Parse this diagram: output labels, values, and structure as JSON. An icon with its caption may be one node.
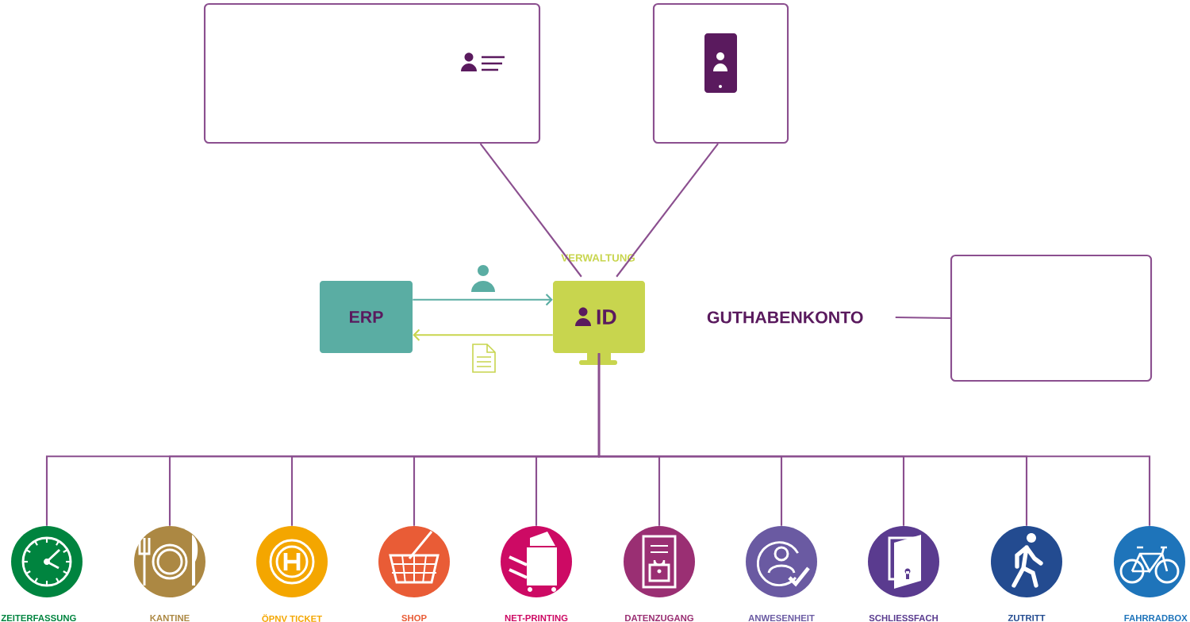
{
  "diagram": {
    "nodes": [
      {
        "text": [],
        "shape": "box"
      },
      {
        "text": [],
        "shape": "box"
      },
      {
        "text": [
          "ERP"
        ]
      },
      {
        "text": [
          "ID"
        ],
        "beside": [
          "VERWALTUNG"
        ]
      },
      {
        "text": [
          "GUTHABENKONTO"
        ]
      },
      {
        "text": [],
        "shape": "box"
      },
      {
        "text": [
          "ZEITERFASSUNG"
        ]
      },
      {
        "text": [
          "KANTINE"
        ]
      },
      {
        "text": [
          "ÖPNV TICKET"
        ]
      },
      {
        "text": [
          "SHOP"
        ]
      },
      {
        "text": [
          "NET-PRINTING"
        ]
      },
      {
        "text": [
          "DATENZUGANG"
        ]
      },
      {
        "text": [
          "ANWESENHEIT"
        ]
      },
      {
        "text": [
          "SCHLIESSFACH"
        ]
      },
      {
        "text": [
          "ZUTRITT"
        ]
      },
      {
        "text": [
          "FAHRRADBOX"
        ]
      }
    ],
    "edges": [
      {
        "from": 0,
        "to": 3,
        "arrow": "none"
      },
      {
        "from": 1,
        "to": 3,
        "arrow": "none"
      },
      {
        "from": 2,
        "to": 3,
        "arrow": "to",
        "color": "#5aada3"
      },
      {
        "from": 3,
        "to": 2,
        "arrow": "to",
        "color": "#c8d54e"
      },
      {
        "from": 4,
        "to": 5,
        "arrow": "none"
      },
      {
        "from": 3,
        "to": 6,
        "arrow": "none"
      },
      {
        "from": 3,
        "to": 7,
        "arrow": "none"
      },
      {
        "from": 3,
        "to": 8,
        "arrow": "none"
      },
      {
        "from": 3,
        "to": 9,
        "arrow": "none"
      },
      {
        "from": 3,
        "to": 10,
        "arrow": "none"
      },
      {
        "from": 3,
        "to": 11,
        "arrow": "none"
      },
      {
        "from": 3,
        "to": 12,
        "arrow": "none"
      },
      {
        "from": 3,
        "to": 13,
        "arrow": "none"
      },
      {
        "from": 3,
        "to": 14,
        "arrow": "none"
      },
      {
        "from": 3,
        "to": 15,
        "arrow": "none"
      }
    ]
  }
}
